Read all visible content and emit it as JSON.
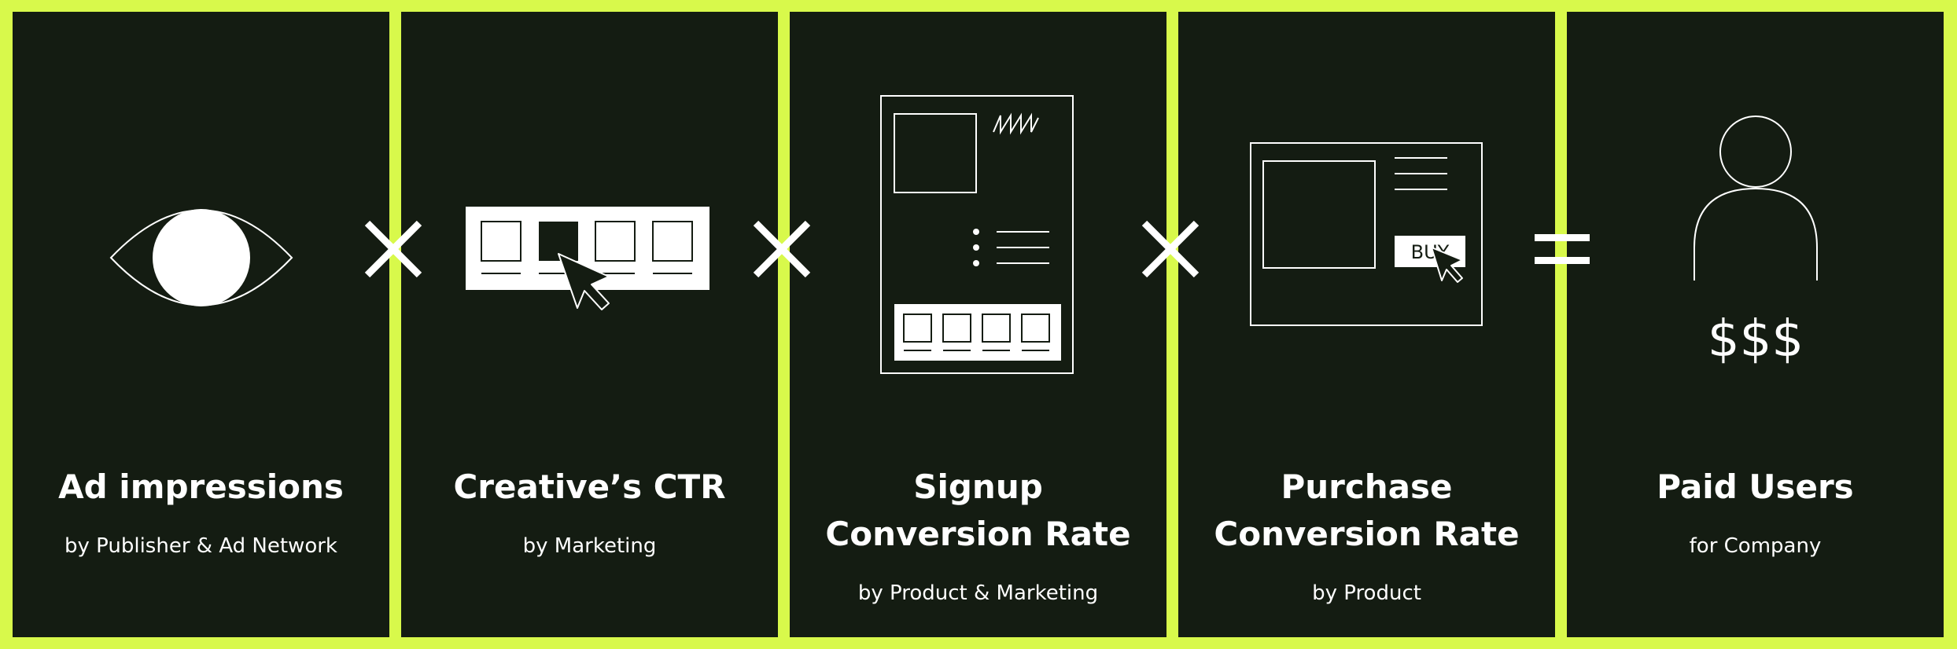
{
  "panels": [
    {
      "title": "Ad impressions",
      "subtitle": "by Publisher & Ad Network"
    },
    {
      "title": "Creative’s CTR",
      "subtitle": "by Marketing"
    },
    {
      "title": "Signup\nConversion Rate",
      "subtitle": "by Product & Marketing"
    },
    {
      "title": "Purchase\nConversion Rate",
      "subtitle": "by Product"
    },
    {
      "title": "Paid Users",
      "subtitle": "for Company"
    }
  ],
  "buy_label": "BUY",
  "currency_label": "$$$",
  "operators": [
    "multiply-icon",
    "multiply-icon",
    "multiply-icon",
    "equals-icon"
  ],
  "icons": [
    "eye-icon",
    "ad-banner-click-icon",
    "signup-page-icon",
    "purchase-page-icon",
    "user-icon"
  ],
  "colors": {
    "background": "#d8f94b",
    "panel": "#141c12",
    "foreground": "#ffffff"
  }
}
